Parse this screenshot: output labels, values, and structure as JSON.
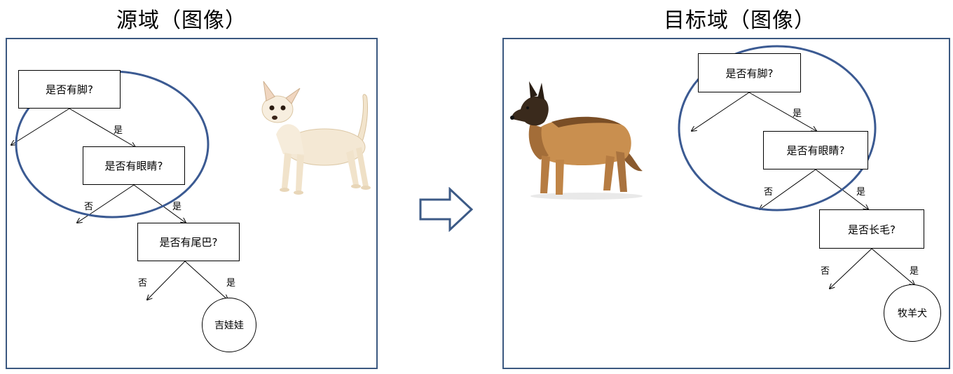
{
  "source": {
    "title": "源域（图像）",
    "q1": "是否有脚?",
    "q2": "是否有眼睛?",
    "q3": "是否有尾巴?",
    "leaf": "吉娃娃",
    "yes": "是",
    "no": "否"
  },
  "target": {
    "title": "目标域（图像）",
    "q1": "是否有脚?",
    "q2": "是否有眼睛?",
    "q3": "是否长毛?",
    "leaf": "牧羊犬",
    "yes": "是",
    "no": "否"
  },
  "colors": {
    "panel_border": "#3b5880",
    "ellipse": "#3b5a92",
    "arrow": "#3c5a86",
    "chihuahua_fur": "#f3e7d3",
    "shepherd_fur": "#c98f4f"
  }
}
